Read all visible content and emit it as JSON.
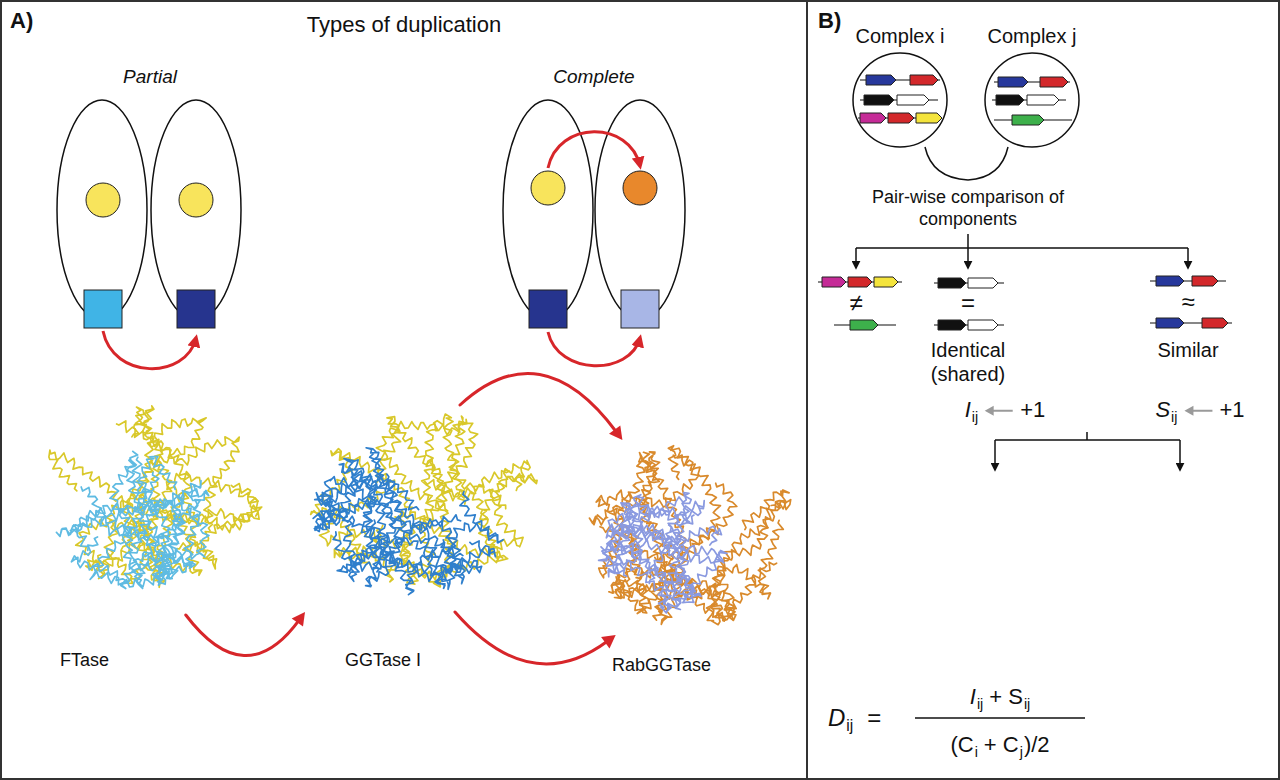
{
  "diagram": {
    "nodes": [
      {
        "text": [
          "A)",
          "Types of duplication"
        ]
      },
      {
        "text": [
          "FTase"
        ],
        "in": 0
      },
      {
        "text": [
          "GGTase I"
        ],
        "in": 0
      },
      {
        "text": [
          "RabGGTase"
        ],
        "in": 0
      },
      {
        "text": [
          "B)"
        ]
      },
      {
        "text": [
          "Complex i"
        ],
        "in": 4
      },
      {
        "text": [
          "Complex j"
        ],
        "in": 4
      }
    ],
    "edges": [
      {
        "from": 1,
        "to": 2,
        "arrow": "to"
      },
      {
        "from": 2,
        "to": 3,
        "arrow": "to"
      },
      {
        "from": 2,
        "to": 3,
        "arrow": "to"
      }
    ],
    "labels": [
      "Partial",
      "Complete",
      "Pair-wise comparison of components",
      "≠",
      "=",
      "Identical (shared)",
      "≈",
      "Similar",
      "I",
      "ij",
      "+1",
      "S",
      "ij",
      "+1",
      "D",
      "ij",
      "=",
      "I",
      "ij",
      "+ S",
      "ij",
      "(C",
      "i",
      "+ C",
      "j",
      ")/2"
    ]
  }
}
